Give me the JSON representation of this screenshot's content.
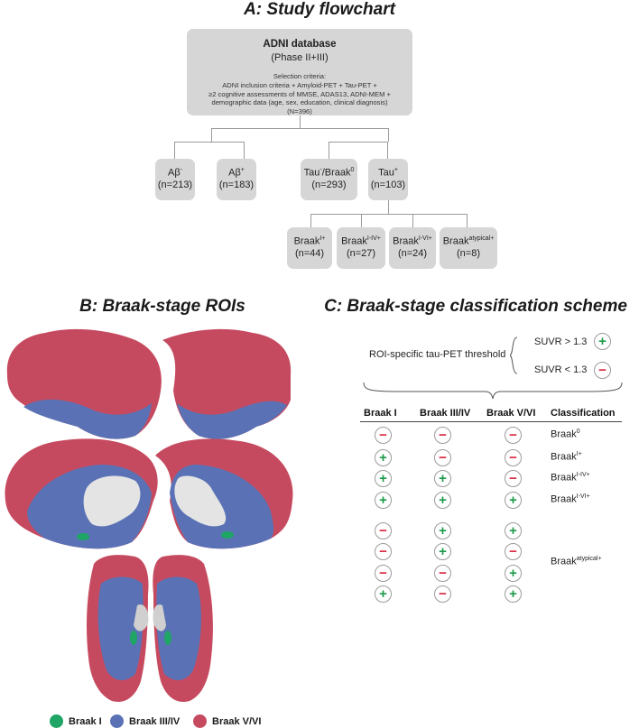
{
  "panel_a": {
    "title": "A: Study flowchart",
    "root": {
      "title": "ADNI database",
      "subtitle": "(Phase II+III)",
      "criteria": [
        "Selection criteria:",
        "ADNI inclusion criteria + Amyloid-PET + Tau-PET +",
        "≥2 cognitive assessments of MMSE, ADAS13, ADNI-MEM +",
        "demographic data (age, sex, education, clinical diagnosis)",
        "(N=396)"
      ]
    },
    "level2": [
      {
        "base": "Aβ",
        "sup": "-",
        "tail": "",
        "tail_sup": "",
        "n": "(n=213)"
      },
      {
        "base": "Aβ",
        "sup": "+",
        "tail": "",
        "tail_sup": "",
        "n": "(n=183)"
      },
      {
        "base": "Tau",
        "sup": "-",
        "tail": "/Braak",
        "tail_sup": "0",
        "n": "(n=293)"
      },
      {
        "base": "Tau",
        "sup": "+",
        "tail": "",
        "tail_sup": "",
        "n": "(n=103)"
      }
    ],
    "level3": [
      {
        "base": "Braak",
        "sup": "I+",
        "n": "(n=44)"
      },
      {
        "base": "Braak",
        "sup": "I-IV+",
        "n": "(n=27)"
      },
      {
        "base": "Braak",
        "sup": "I-VI+",
        "n": "(n=24)"
      },
      {
        "base": "Braak",
        "sup": "atypical+",
        "n": "(n=8)"
      }
    ]
  },
  "panel_b": {
    "title": "B: Braak-stage ROIs",
    "legend": [
      {
        "label": "Braak I",
        "color": "#1fa565"
      },
      {
        "label": "Braak III/IV",
        "color": "#5a72b5"
      },
      {
        "label": "Braak V/VI",
        "color": "#c64a5f"
      }
    ]
  },
  "panel_c": {
    "title": "C: Braak-stage classification scheme",
    "threshold_label": "ROI-specific tau-PET threshold",
    "above": "SUVR > 1.3",
    "below": "SUVR < 1.3",
    "headers": [
      "Braak I",
      "Braak III/IV",
      "Braak V/VI",
      "Classification"
    ],
    "rows": [
      {
        "signs": [
          "-",
          "-",
          "-"
        ],
        "base": "Braak",
        "sup": "0"
      },
      {
        "signs": [
          "+",
          "-",
          "-"
        ],
        "base": "Braak",
        "sup": "I+"
      },
      {
        "signs": [
          "+",
          "+",
          "-"
        ],
        "base": "Braak",
        "sup": "I-IV+"
      },
      {
        "signs": [
          "+",
          "+",
          "+"
        ],
        "base": "Braak",
        "sup": "I-VI+"
      },
      {
        "signs": [
          "-",
          "+",
          "+"
        ],
        "base": "",
        "sup": ""
      },
      {
        "signs": [
          "-",
          "+",
          "-"
        ],
        "base": "",
        "sup": ""
      },
      {
        "signs": [
          "-",
          "-",
          "+"
        ],
        "base": "",
        "sup": ""
      },
      {
        "signs": [
          "+",
          "-",
          "+"
        ],
        "base": "",
        "sup": ""
      }
    ],
    "atypical": {
      "base": "Braak",
      "sup": "atypical+"
    }
  },
  "colors": {
    "box": "#d6d6d6",
    "plus": "#1e9a4a",
    "minus": "#d7263d"
  }
}
